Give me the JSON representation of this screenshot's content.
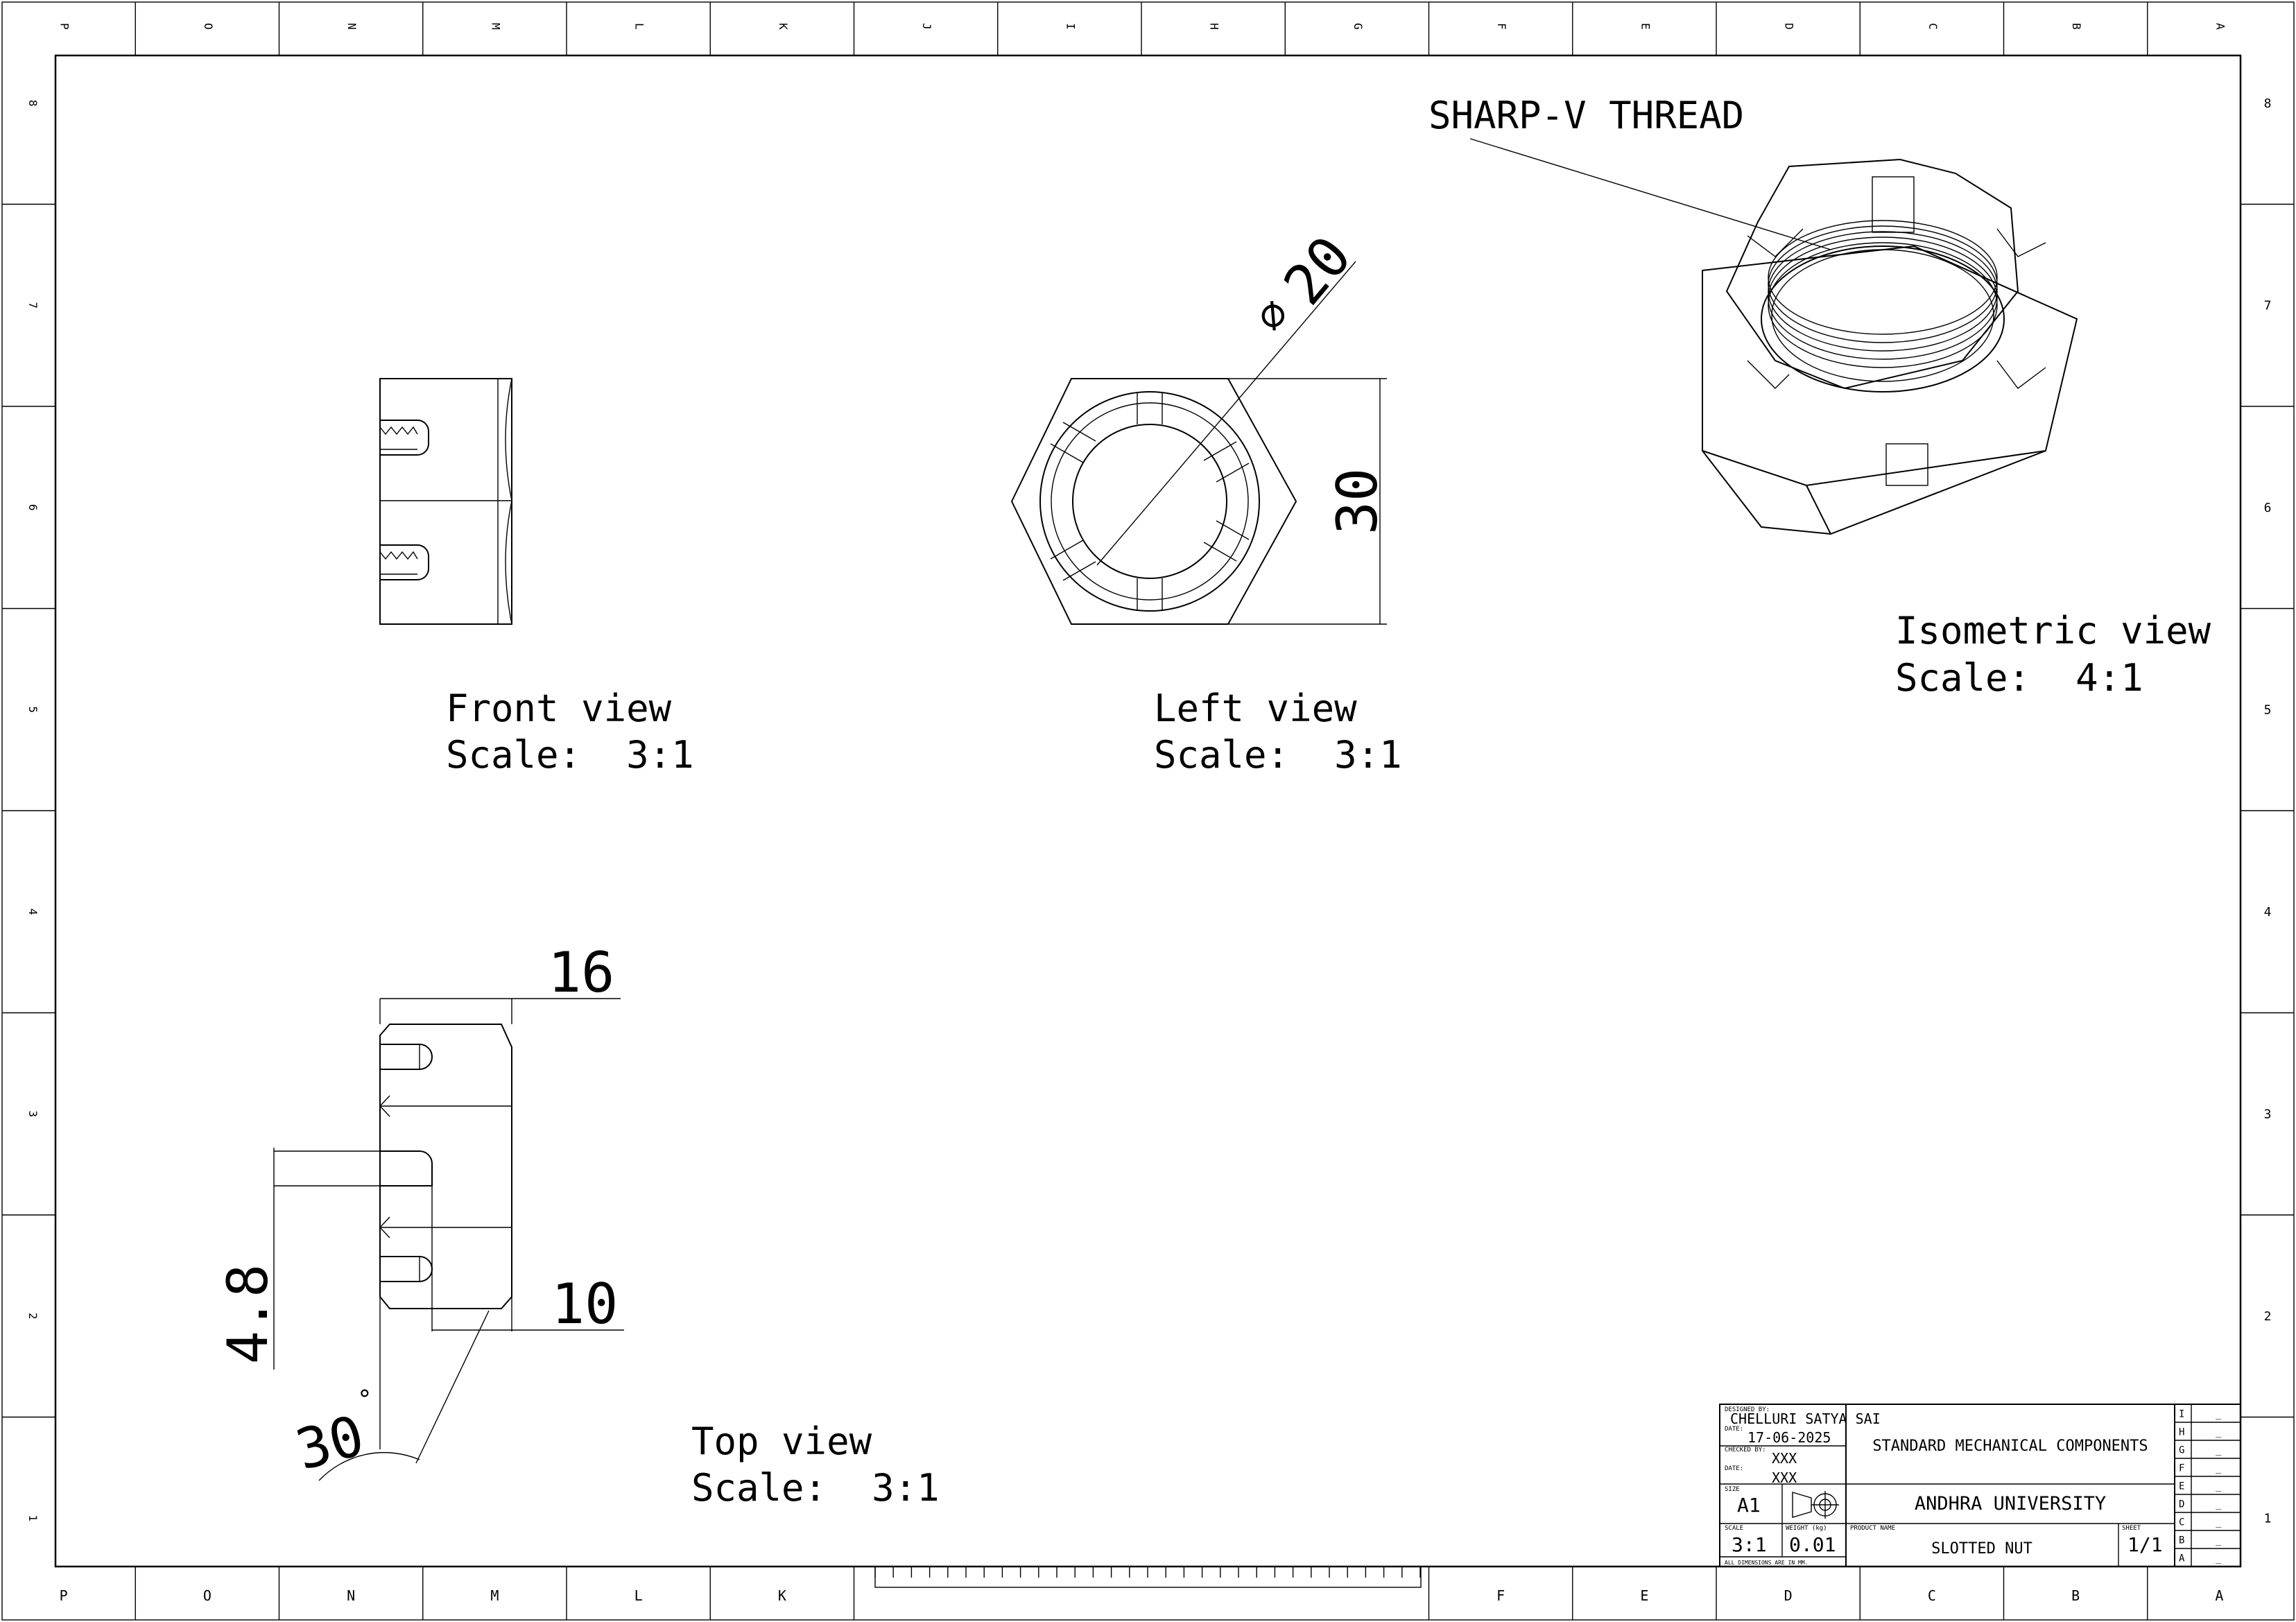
{
  "border": {
    "columns": [
      "P",
      "O",
      "N",
      "M",
      "L",
      "K",
      "J",
      "I",
      "H",
      "G",
      "F",
      "E",
      "D",
      "C",
      "B",
      "A"
    ],
    "rows": [
      "8",
      "7",
      "6",
      "5",
      "4",
      "3",
      "2",
      "1"
    ],
    "bottom_columns": [
      "P",
      "O",
      "N",
      "M",
      "L",
      "K",
      "F",
      "E",
      "D",
      "C",
      "B",
      "A"
    ]
  },
  "views": {
    "front": {
      "title": "Front view",
      "scale": "Scale:  3:1"
    },
    "left": {
      "title": "Left view",
      "scale": "Scale:  3:1"
    },
    "isometric": {
      "title": "Isometric view",
      "scale": "Scale:  4:1"
    },
    "top": {
      "title": "Top view",
      "scale": "Scale:  3:1"
    }
  },
  "annotations": {
    "thread_note": "SHARP-V THREAD",
    "dia_symbol": "⌀",
    "dia": "20",
    "across_flats": "30",
    "thickness": "16",
    "slot_depth": "10",
    "slot_width": "4.8",
    "chamfer": "30",
    "chamfer_unit": "°"
  },
  "title_block": {
    "designed_by_label": "DESIGNED BY:",
    "designer": "CHELLURI SATYA SAI",
    "date_label": "DATE:",
    "date": "17-06-2025",
    "checked_by_label": "CHECKED BY:",
    "checked": "XXX",
    "date2_label": "DATE:",
    "date2": "XXX",
    "size_label": "SIZE",
    "size": "A1",
    "scale_label": "SCALE",
    "scale": "3:1",
    "weight_label": "WEIGHT (kg)",
    "weight": "0.01",
    "product_label": "PRODUCT NAME",
    "category": "STANDARD MECHANICAL COMPONENTS",
    "organization": "ANDHRA UNIVERSITY",
    "product": "SLOTTED NUT",
    "sheet_label": "SHEET",
    "sheet": "1/1",
    "dims_note": "ALL DIMENSIONS ARE IN MM.",
    "revisions": [
      {
        "rev": "I",
        "val": "_"
      },
      {
        "rev": "H",
        "val": "_"
      },
      {
        "rev": "G",
        "val": "_"
      },
      {
        "rev": "F",
        "val": "_"
      },
      {
        "rev": "E",
        "val": "_"
      },
      {
        "rev": "D",
        "val": "_"
      },
      {
        "rev": "C",
        "val": "_"
      },
      {
        "rev": "B",
        "val": "_"
      },
      {
        "rev": "A",
        "val": "_"
      }
    ]
  }
}
